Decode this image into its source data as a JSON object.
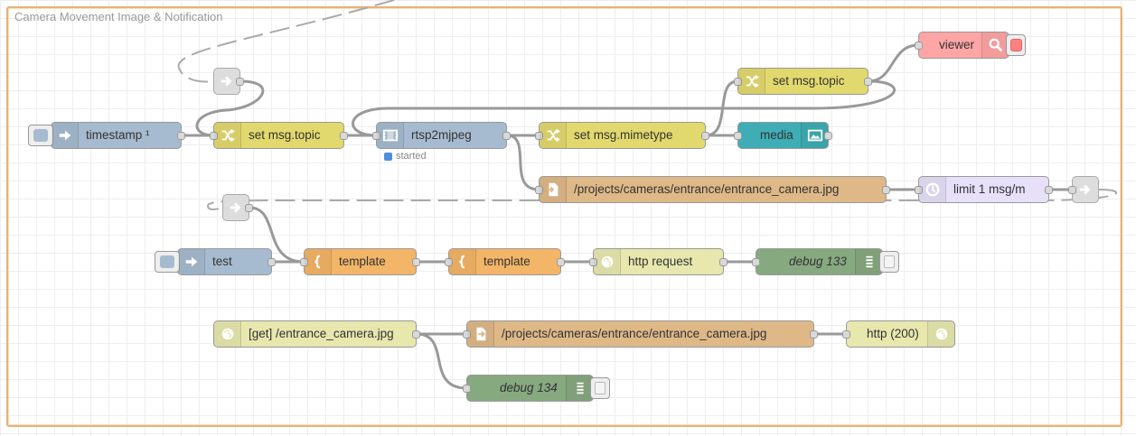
{
  "group": {
    "label": "Camera Movement Image & Notification"
  },
  "nodes": {
    "timestamp": "timestamp ¹",
    "set_topic_1": "set msg.topic",
    "rtsp": "rtsp2mjpeg",
    "rtsp_status": "started",
    "set_mimetype": "set msg.mimetype",
    "media": "media",
    "set_topic_2": "set msg.topic",
    "viewer": "viewer",
    "file_out": "/projects/cameras/entrance/entrance_camera.jpg",
    "limit": "limit 1 msg/m",
    "test": "test",
    "template_1": "template",
    "template_2": "template",
    "http_request": "http request",
    "debug_133": "debug 133",
    "http_in": "[get] /entrance_camera.jpg",
    "file_in": "/projects/cameras/entrance/entrance_camera.jpg",
    "http_response": "http (200)",
    "debug_134": "debug 134"
  },
  "colors": {
    "inject": "#a6bbcf",
    "change": "#e2d96e",
    "rtsp": "#a6bbcf",
    "media": "#3fadb5",
    "viewer": "#ffa5a5",
    "file": "#deb887",
    "delay": "#e6e0f8",
    "template": "#f3b567",
    "http": "#e7e7ae",
    "debug": "#87a980",
    "link": "#dddddd",
    "group_border": "#e7b274"
  }
}
